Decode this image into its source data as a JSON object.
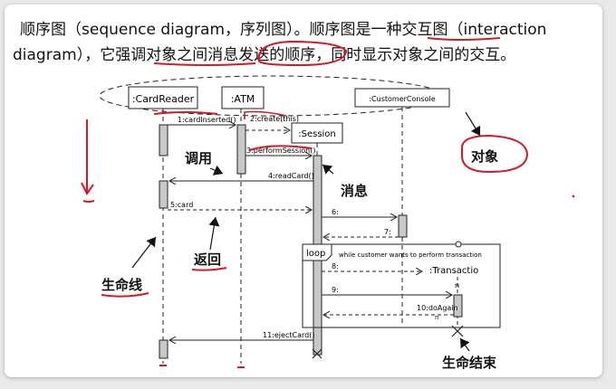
{
  "intro": {
    "line1": "顺序图（sequence diagram，序列图）。顺序图是一种交互图（interaction",
    "line2": "diagram），它强调对象之间消息发送的顺序，同时显示对象之间的交互。"
  },
  "objects": {
    "card_reader": ":CardReader",
    "atm": ":ATM",
    "session": ":Session",
    "customer_console": ":CustomerConsole",
    "transaction": ":Transactio"
  },
  "messages": {
    "m1": "1:cardInserted()",
    "m2": "2:create(this)",
    "m3": "3:performSession()",
    "m4": "4:readCard()",
    "m5": "5:card",
    "m6": "6:",
    "m7": "7:",
    "m8": "8:",
    "m9": "9:",
    "m10": "10:doAgain",
    "m10_reply": "n",
    "m11": "11:ejectCard()"
  },
  "fragment": {
    "operator": "loop",
    "guard": "while customer wants to perform transaction"
  },
  "annotations": {
    "call": "调用",
    "message": "消息",
    "object": "对象",
    "return": "返回",
    "lifeline": "生命线",
    "lifeline_end": "生命结束",
    "small_n": "n"
  },
  "colors": {
    "ink": "#d11a2a",
    "activation": "#c8c8c8"
  }
}
